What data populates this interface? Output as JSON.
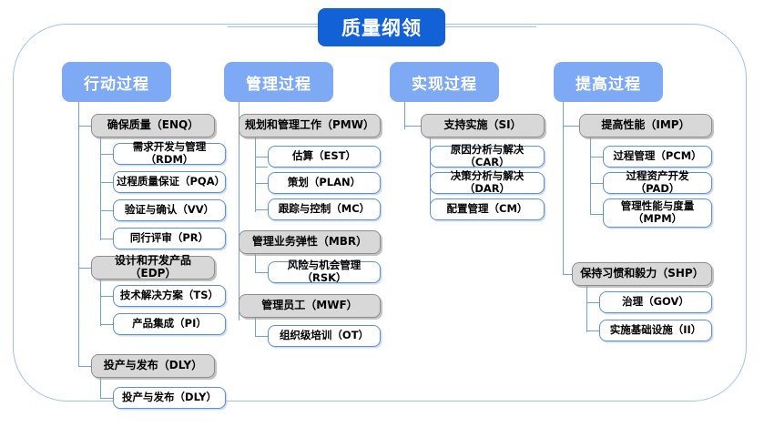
{
  "diagram": {
    "title": "质量纲领",
    "columns": [
      {
        "header": "行动过程",
        "groups": [
          {
            "label": "确保质量（ENQ）",
            "children": [
              "需求开发与管理（RDM）",
              "过程质量保证（PQA）",
              "验证与确认（VV）",
              "同行评审（PR）"
            ]
          },
          {
            "label": "设计和开发产品（EDP）",
            "children": [
              "技术解决方案（TS）",
              "产品集成（PI）"
            ]
          },
          {
            "label": "投产与发布（DLY）",
            "children": [
              "投产与发布（DLY）"
            ]
          }
        ]
      },
      {
        "header": "管理过程",
        "groups": [
          {
            "label": "规划和管理工作（PMW）",
            "children": [
              "估算（EST）",
              "策划（PLAN）",
              "跟踪与控制（MC）"
            ]
          },
          {
            "label": "管理业务弹性（MBR）",
            "children": [
              "风险与机会管理（RSK）"
            ]
          },
          {
            "label": "管理员工（MWF）",
            "children": [
              "组织级培训（OT）"
            ]
          }
        ]
      },
      {
        "header": "实现过程",
        "groups": [
          {
            "label": "支持实施（SI）",
            "children": [
              "原因分析与解决（CAR）",
              "决策分析与解决（DAR）",
              "配置管理（CM）"
            ]
          }
        ]
      },
      {
        "header": "提高过程",
        "groups": [
          {
            "label": "提高性能（IMP）",
            "children": [
              "过程管理（PCM）",
              "过程资产开发（PAD）",
              "管理性能与度量\n（MPM）"
            ]
          },
          {
            "label": "保持习惯和毅力（SHP）",
            "children": [
              "治理（GOV）",
              "实施基础设施（II）"
            ]
          }
        ]
      }
    ],
    "colors": {
      "title_bg": "#1261d6",
      "header_bg": "#7eaaf5",
      "group_bg": "#d8d8d8",
      "group_border": "#8d8d8d",
      "leaf_border": "#5b8fe0",
      "connector": "#6f9fe8",
      "frame_border": "#9cc2f0"
    }
  }
}
